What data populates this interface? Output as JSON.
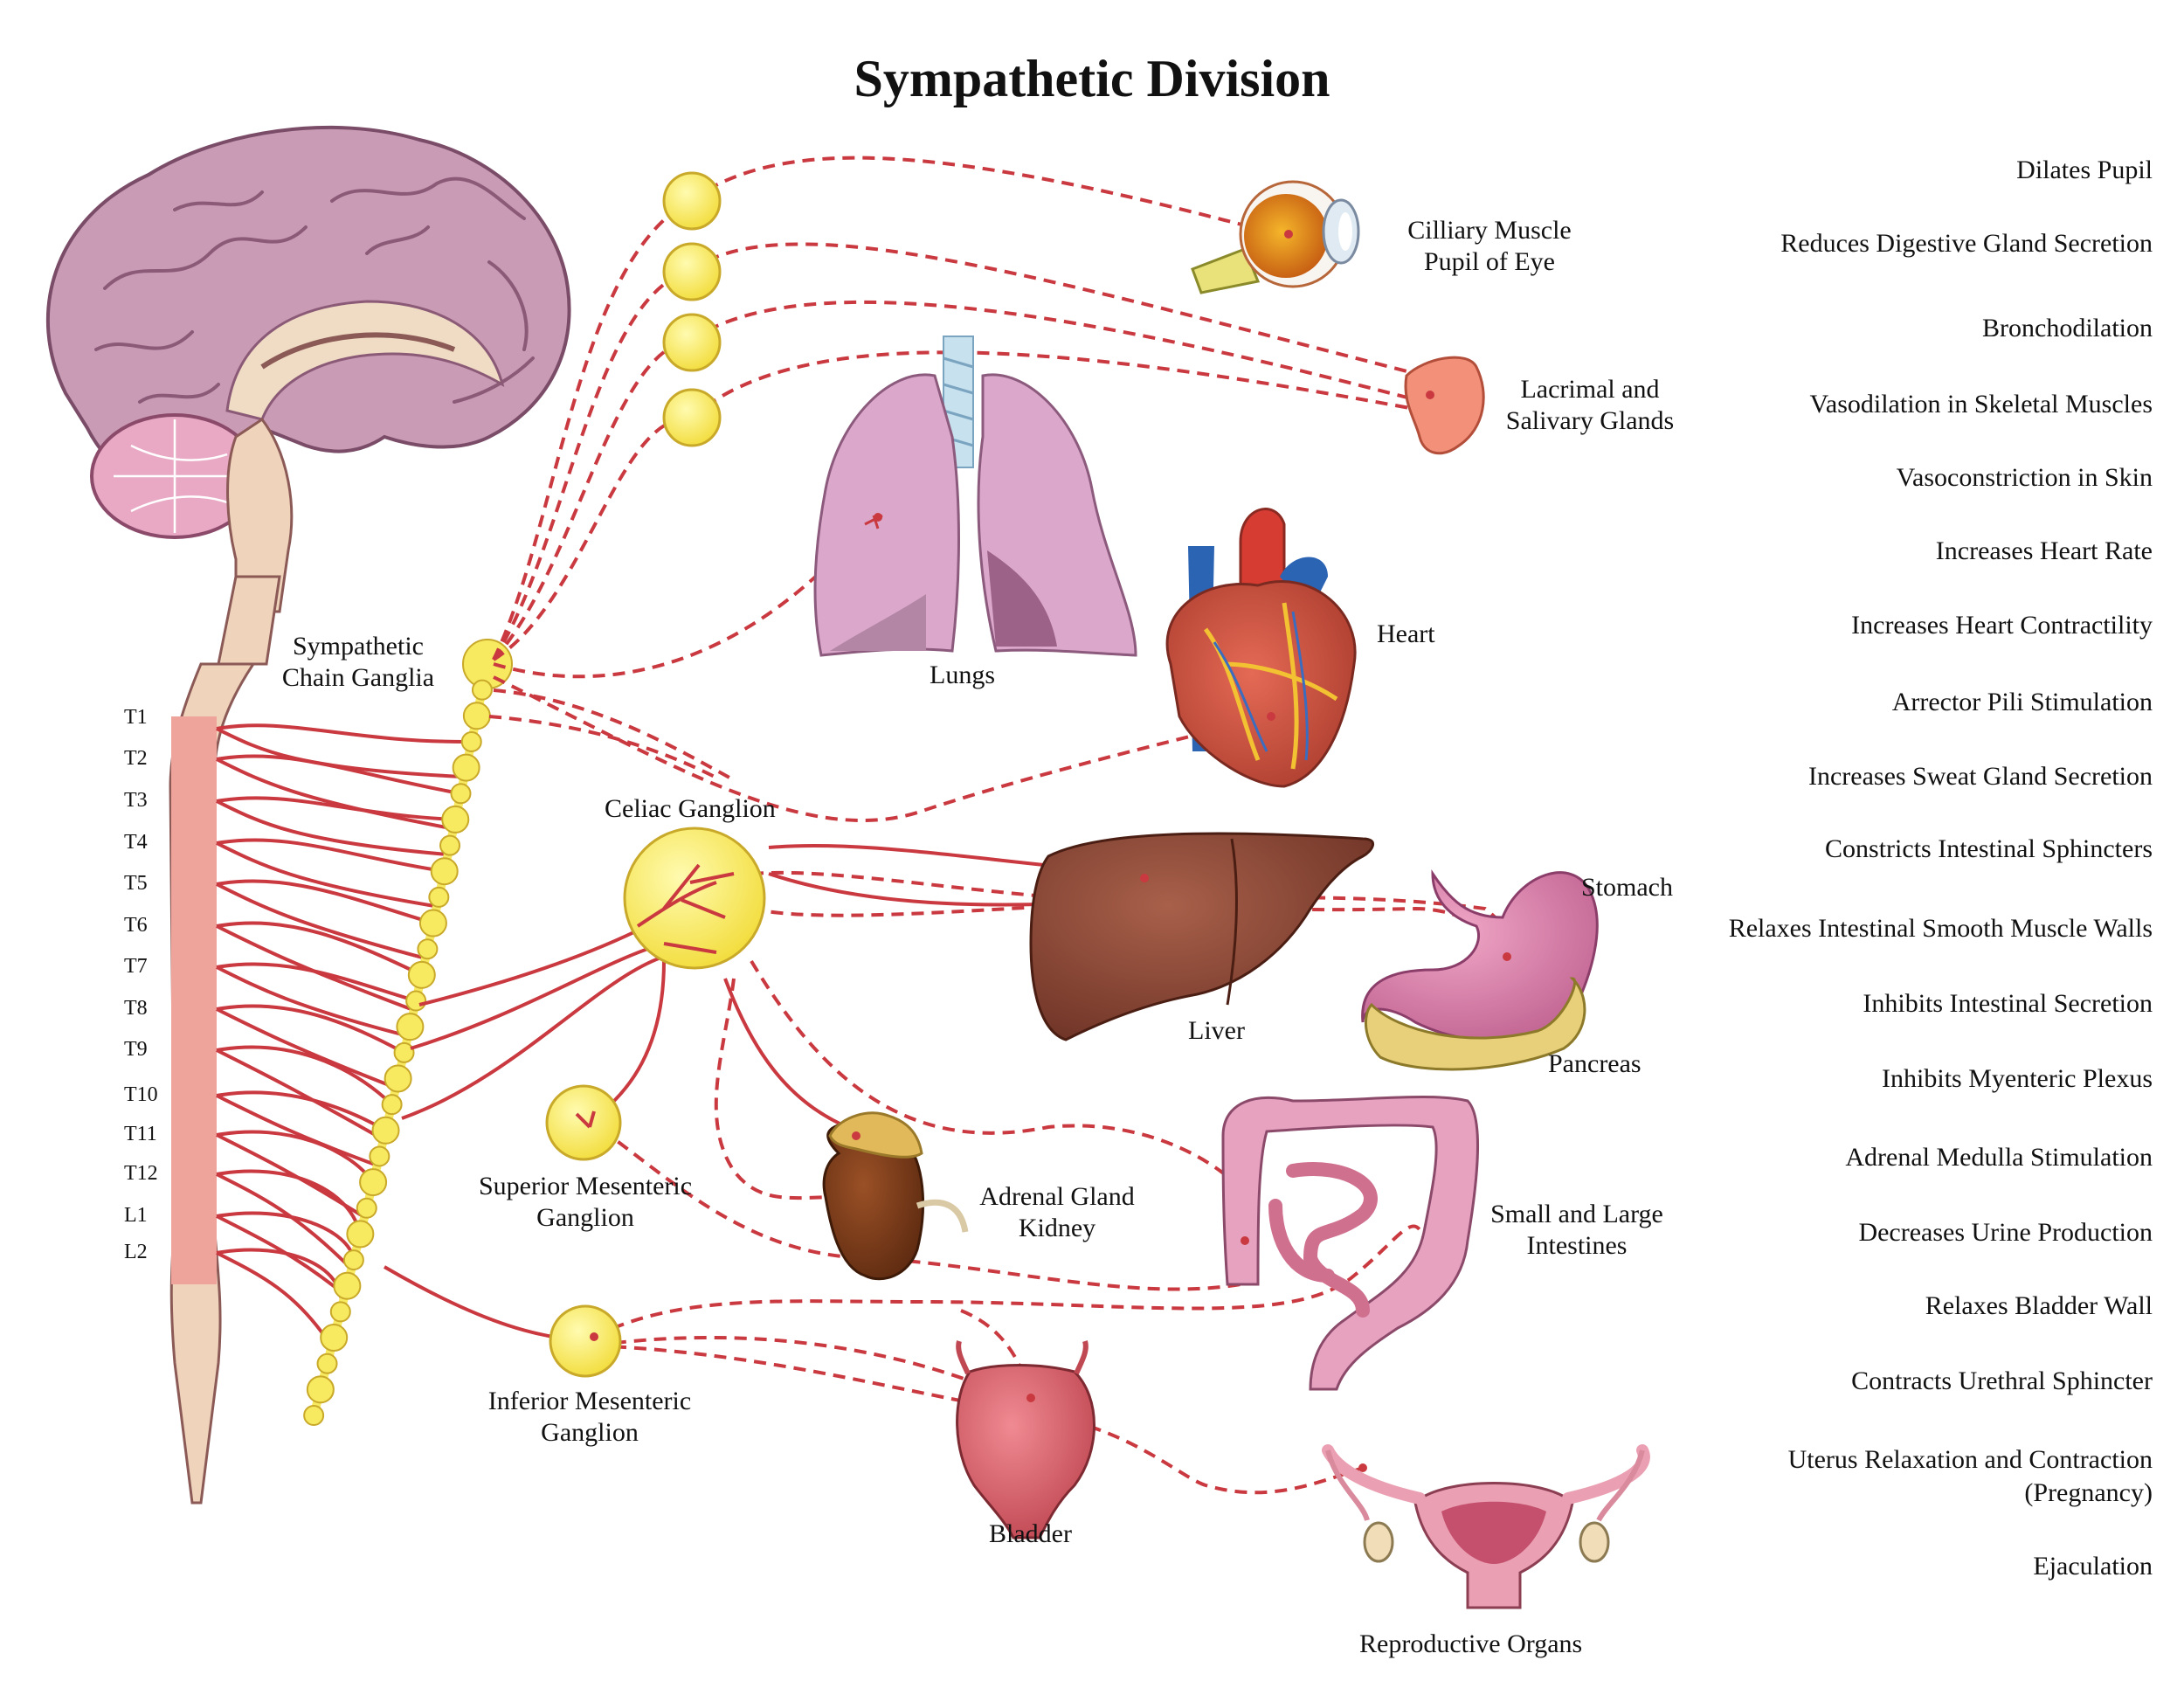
{
  "title": "Sympathetic Division",
  "segments": [
    "T1",
    "T2",
    "T3",
    "T4",
    "T5",
    "T6",
    "T7",
    "T8",
    "T9",
    "T10",
    "T11",
    "T12",
    "L1",
    "L2"
  ],
  "labels": {
    "chain": [
      "Sympathetic",
      "Chain Ganglia"
    ],
    "celiac": "Celiac Ganglion",
    "superior": [
      "Superior Mesenteric",
      "Ganglion"
    ],
    "inferior": [
      "Inferior Mesenteric",
      "Ganglion"
    ],
    "eye": [
      "Cilliary Muscle",
      "Pupil of Eye"
    ],
    "glands": [
      "Lacrimal and",
      "Salivary Glands"
    ],
    "lungs": "Lungs",
    "heart": "Heart",
    "liver": "Liver",
    "stomach": "Stomach",
    "pancreas": "Pancreas",
    "adrenal": [
      "Adrenal Gland",
      "Kidney"
    ],
    "intestines": [
      "Small and Large",
      "Intestines"
    ],
    "bladder": "Bladder",
    "reproductive": "Reproductive Organs"
  },
  "effects": [
    [
      "Dilates Pupil"
    ],
    [
      "Reduces Digestive Gland Secretion"
    ],
    [
      "Bronchodilation"
    ],
    [
      "Vasodilation in Skeletal Muscles"
    ],
    [
      "Vasoconstriction in Skin"
    ],
    [
      "Increases Heart Rate"
    ],
    [
      "Increases Heart Contractility"
    ],
    [
      "Arrector Pili Stimulation"
    ],
    [
      "Increases Sweat Gland Secretion"
    ],
    [
      "Constricts Intestinal Sphincters"
    ],
    [
      "Relaxes Intestinal Smooth Muscle Walls"
    ],
    [
      "Inhibits Intestinal Secretion"
    ],
    [
      "Inhibits Myenteric Plexus"
    ],
    [
      "Adrenal Medulla Stimulation"
    ],
    [
      "Decreases Urine Production"
    ],
    [
      "Relaxes Bladder Wall"
    ],
    [
      "Contracts Urethral Sphincter"
    ],
    [
      "Uterus Relaxation and Contraction",
      "(Pregnancy)"
    ],
    [
      "Ejaculation"
    ]
  ],
  "colors": {
    "nerve": "#c9393f",
    "ganglion": "#f7e960",
    "ganglion_stroke": "#c9a92a",
    "brain": "#c99bb5",
    "cord": "#efd3bb",
    "cord_red": "#eea49b"
  }
}
